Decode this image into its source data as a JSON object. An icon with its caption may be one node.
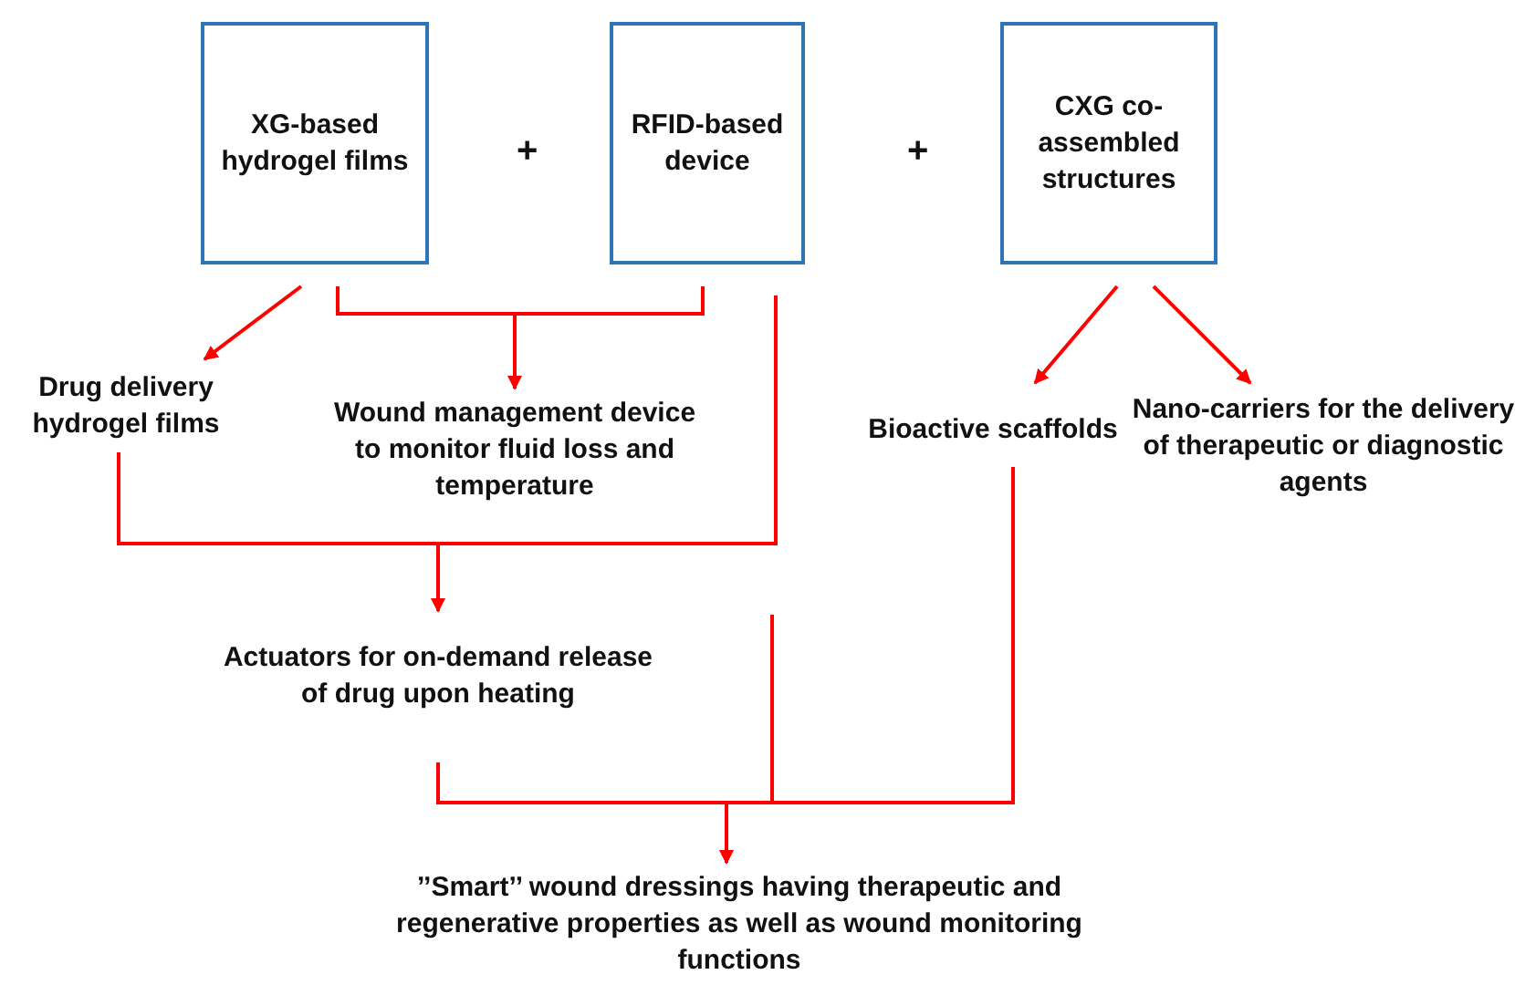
{
  "diagram": {
    "nodes": [
      {
        "text": [
          "XG-based hydrogel films"
        ]
      },
      {
        "text": [
          "RFID-based device"
        ]
      },
      {
        "text": [
          "CXG co-assembled structures"
        ]
      },
      {
        "text": [
          "Drug delivery hydrogel films"
        ]
      },
      {
        "text": [
          "Wound management device to monitor fluid loss and temperature"
        ]
      },
      {
        "text": [
          "Bioactive scaffolds"
        ]
      },
      {
        "text": [
          "Nano-carriers for the delivery of therapeutic or diagnostic agents"
        ]
      },
      {
        "text": [
          "Actuators for on-demand release of  drug upon heating"
        ]
      },
      {
        "text": [
          "’’Smart’’ wound dressings having therapeutic and regenerative properties as well as wound monitoring functions"
        ]
      }
    ],
    "edges": [
      {
        "from": 0,
        "to": 3,
        "arrow": "to"
      },
      {
        "from": 0,
        "to": 4,
        "arrow": "to"
      },
      {
        "from": 1,
        "to": 4,
        "arrow": "to"
      },
      {
        "from": 2,
        "to": 5,
        "arrow": "to"
      },
      {
        "from": 2,
        "to": 6,
        "arrow": "to"
      },
      {
        "from": 3,
        "to": 7,
        "arrow": "to"
      },
      {
        "from": 1,
        "to": 7,
        "arrow": "to"
      },
      {
        "from": 7,
        "to": 8,
        "arrow": "to"
      },
      {
        "from": null,
        "to": 8,
        "arrow": "to"
      },
      {
        "from": 5,
        "to": 8,
        "arrow": "to"
      }
    ],
    "labels": [
      "+",
      "+"
    ]
  }
}
